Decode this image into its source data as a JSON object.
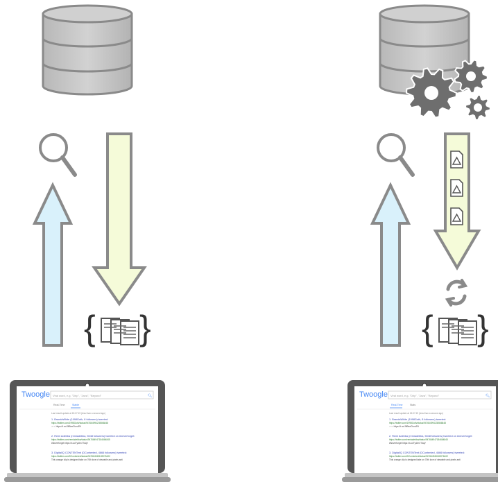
{
  "left_screen": {
    "logo": "Twoogle",
    "search_placeholder": "Viral word, e.g. \"Drip\", \"Java\", \"Beyond\"",
    "tabs": [
      "Real-Time",
      "Stable"
    ],
    "status": "Last result update at 15:07:19 (less than a second ago)",
    "results": [
      {
        "title": "1. BrandaWhite (1998Goth, 8 followers) tweeted:",
        "url": "https://twitter.com/1998Goth/status/947664994235566848",
        "snippet": "☆☆ https://t.co/J6BaxCkouZN"
      },
      {
        "title": "2. Remi Adebba (remiadebba, 5048 followers) tweeted on #neverforget:",
        "url": "https://twitter.com/remiadebba/status/947664947184664845",
        "snippet": "#Neverforget https://t.co/Ty4bn77dqV"
      },
      {
        "title": "3. DigitalIQ CONTENTent (DContented, 4666 followers) tweeted:",
        "url": "https://twitter.com/DContented/status/947664945169076402",
        "snippet": "This orange clip is designed take on 70th love of viewable and pixels anti"
      }
    ]
  },
  "right_screen": {
    "logo": "Twoogle",
    "search_placeholder": "Viral word, e.g. \"Drip\", \"Java\", \"Beyond\"",
    "tabs": [
      "Real-Time",
      "Stats"
    ],
    "status": "Last result update at 15:07:19 (less than a second ago)",
    "results": [
      {
        "title": "1. BrandaWhite (1998Goth, 8 followers) tweeted:",
        "url": "https://twitter.com/1998Goth/status/947664994235566848",
        "snippet": "☆☆ https://t.co/J6BaxCkouZN"
      },
      {
        "title": "2. Remi Adebba (remiadebba, 5048 followers) tweeted on #neverforget:",
        "url": "https://twitter.com/remiadebba/status/947664947184664845",
        "snippet": "#Neverforget https://t.co/Ty4bn77dqV"
      },
      {
        "title": "3. DigitalIQ CONTENTent (DContented, 4666 followers) tweeted:",
        "url": "https://twitter.com/DContented/status/947664945169076402",
        "snippet": "This orange clip is designed take on 70th love of viewable and pixels anti"
      }
    ]
  },
  "colors": {
    "db_fill": "#c9c9c9",
    "db_stroke": "#8a8a8a",
    "arrow_stroke": "#8a8a8a",
    "up_arrow_fill": "#d9f1fb",
    "down_arrow_fill": "#f5fbd9",
    "gear_fill": "#6e6e6e",
    "logo_blue": "#4285f4",
    "logo_red": "#ea4335",
    "logo_yellow": "#fbbc05",
    "logo_green": "#34a853",
    "link_color": "#3a4bb8",
    "url_color": "#2e7d32"
  },
  "icons": [
    "database-icon",
    "magnifier-icon",
    "gears-icon",
    "json-documents-icon",
    "document-icon",
    "refresh-icon",
    "laptop-icon"
  ]
}
